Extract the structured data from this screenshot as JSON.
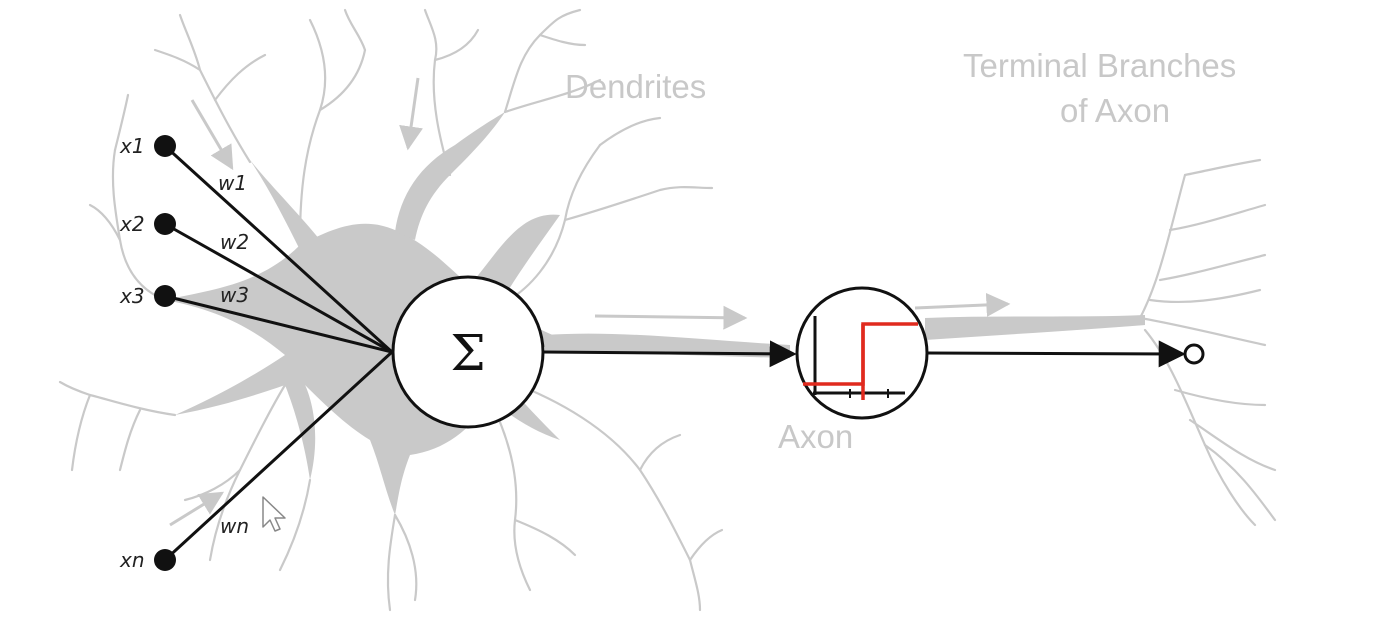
{
  "labels": {
    "dendrites": "Dendrites",
    "terminal_line1": "Terminal Branches",
    "terminal_line2": "of Axon",
    "axon": "Axon",
    "sum_symbol": "Σ"
  },
  "inputs": [
    {
      "name": "x1",
      "weight": "w1"
    },
    {
      "name": "x2",
      "weight": "w2"
    },
    {
      "name": "x3",
      "weight": "w3"
    },
    {
      "name": "xn",
      "weight": "wn"
    }
  ],
  "colors": {
    "neuron_gray": "#c9c9c9",
    "label_gray": "#c8c8c8",
    "line_black": "#111111",
    "step_function_red": "#e02a1e"
  },
  "icons": {
    "cursor": "mouse-pointer-icon"
  }
}
